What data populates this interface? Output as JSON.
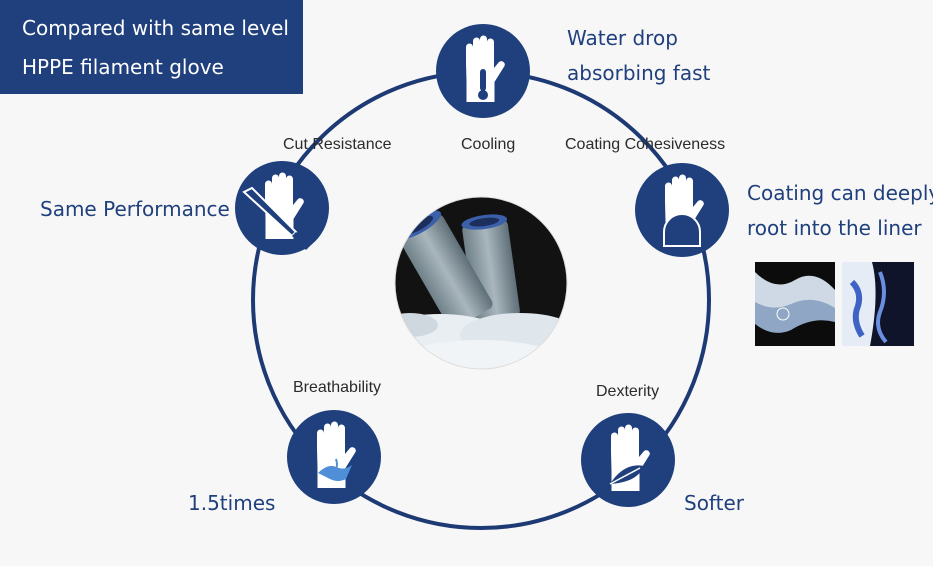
{
  "header": {
    "line1": "Compared with same level",
    "line2": "HPPE filament glove"
  },
  "features": {
    "cooling": "Cooling",
    "cut_resistance": "Cut Resistance",
    "coating_cohesiveness": "Coating Cohesiveness",
    "breathability": "Breathability",
    "dexterity": "Dexterity"
  },
  "benefits": {
    "cooling_line1": "Water drop",
    "cooling_line2": "absorbing fast",
    "cut": "Same Performance",
    "coating_line1": "Coating can deeply",
    "coating_line2": "root into the liner",
    "breathability": "1.5times",
    "dexterity": "Softer"
  },
  "icons": {
    "cooling": "thermometer-glove-icon",
    "cut": "knife-glove-icon",
    "coating": "coated-glove-icon",
    "breathability": "water-glove-icon",
    "dexterity": "feather-glove-icon"
  },
  "colors": {
    "primary": "#1f3f7d",
    "ring": "#1e3a74",
    "background": "#f7f7f7"
  }
}
